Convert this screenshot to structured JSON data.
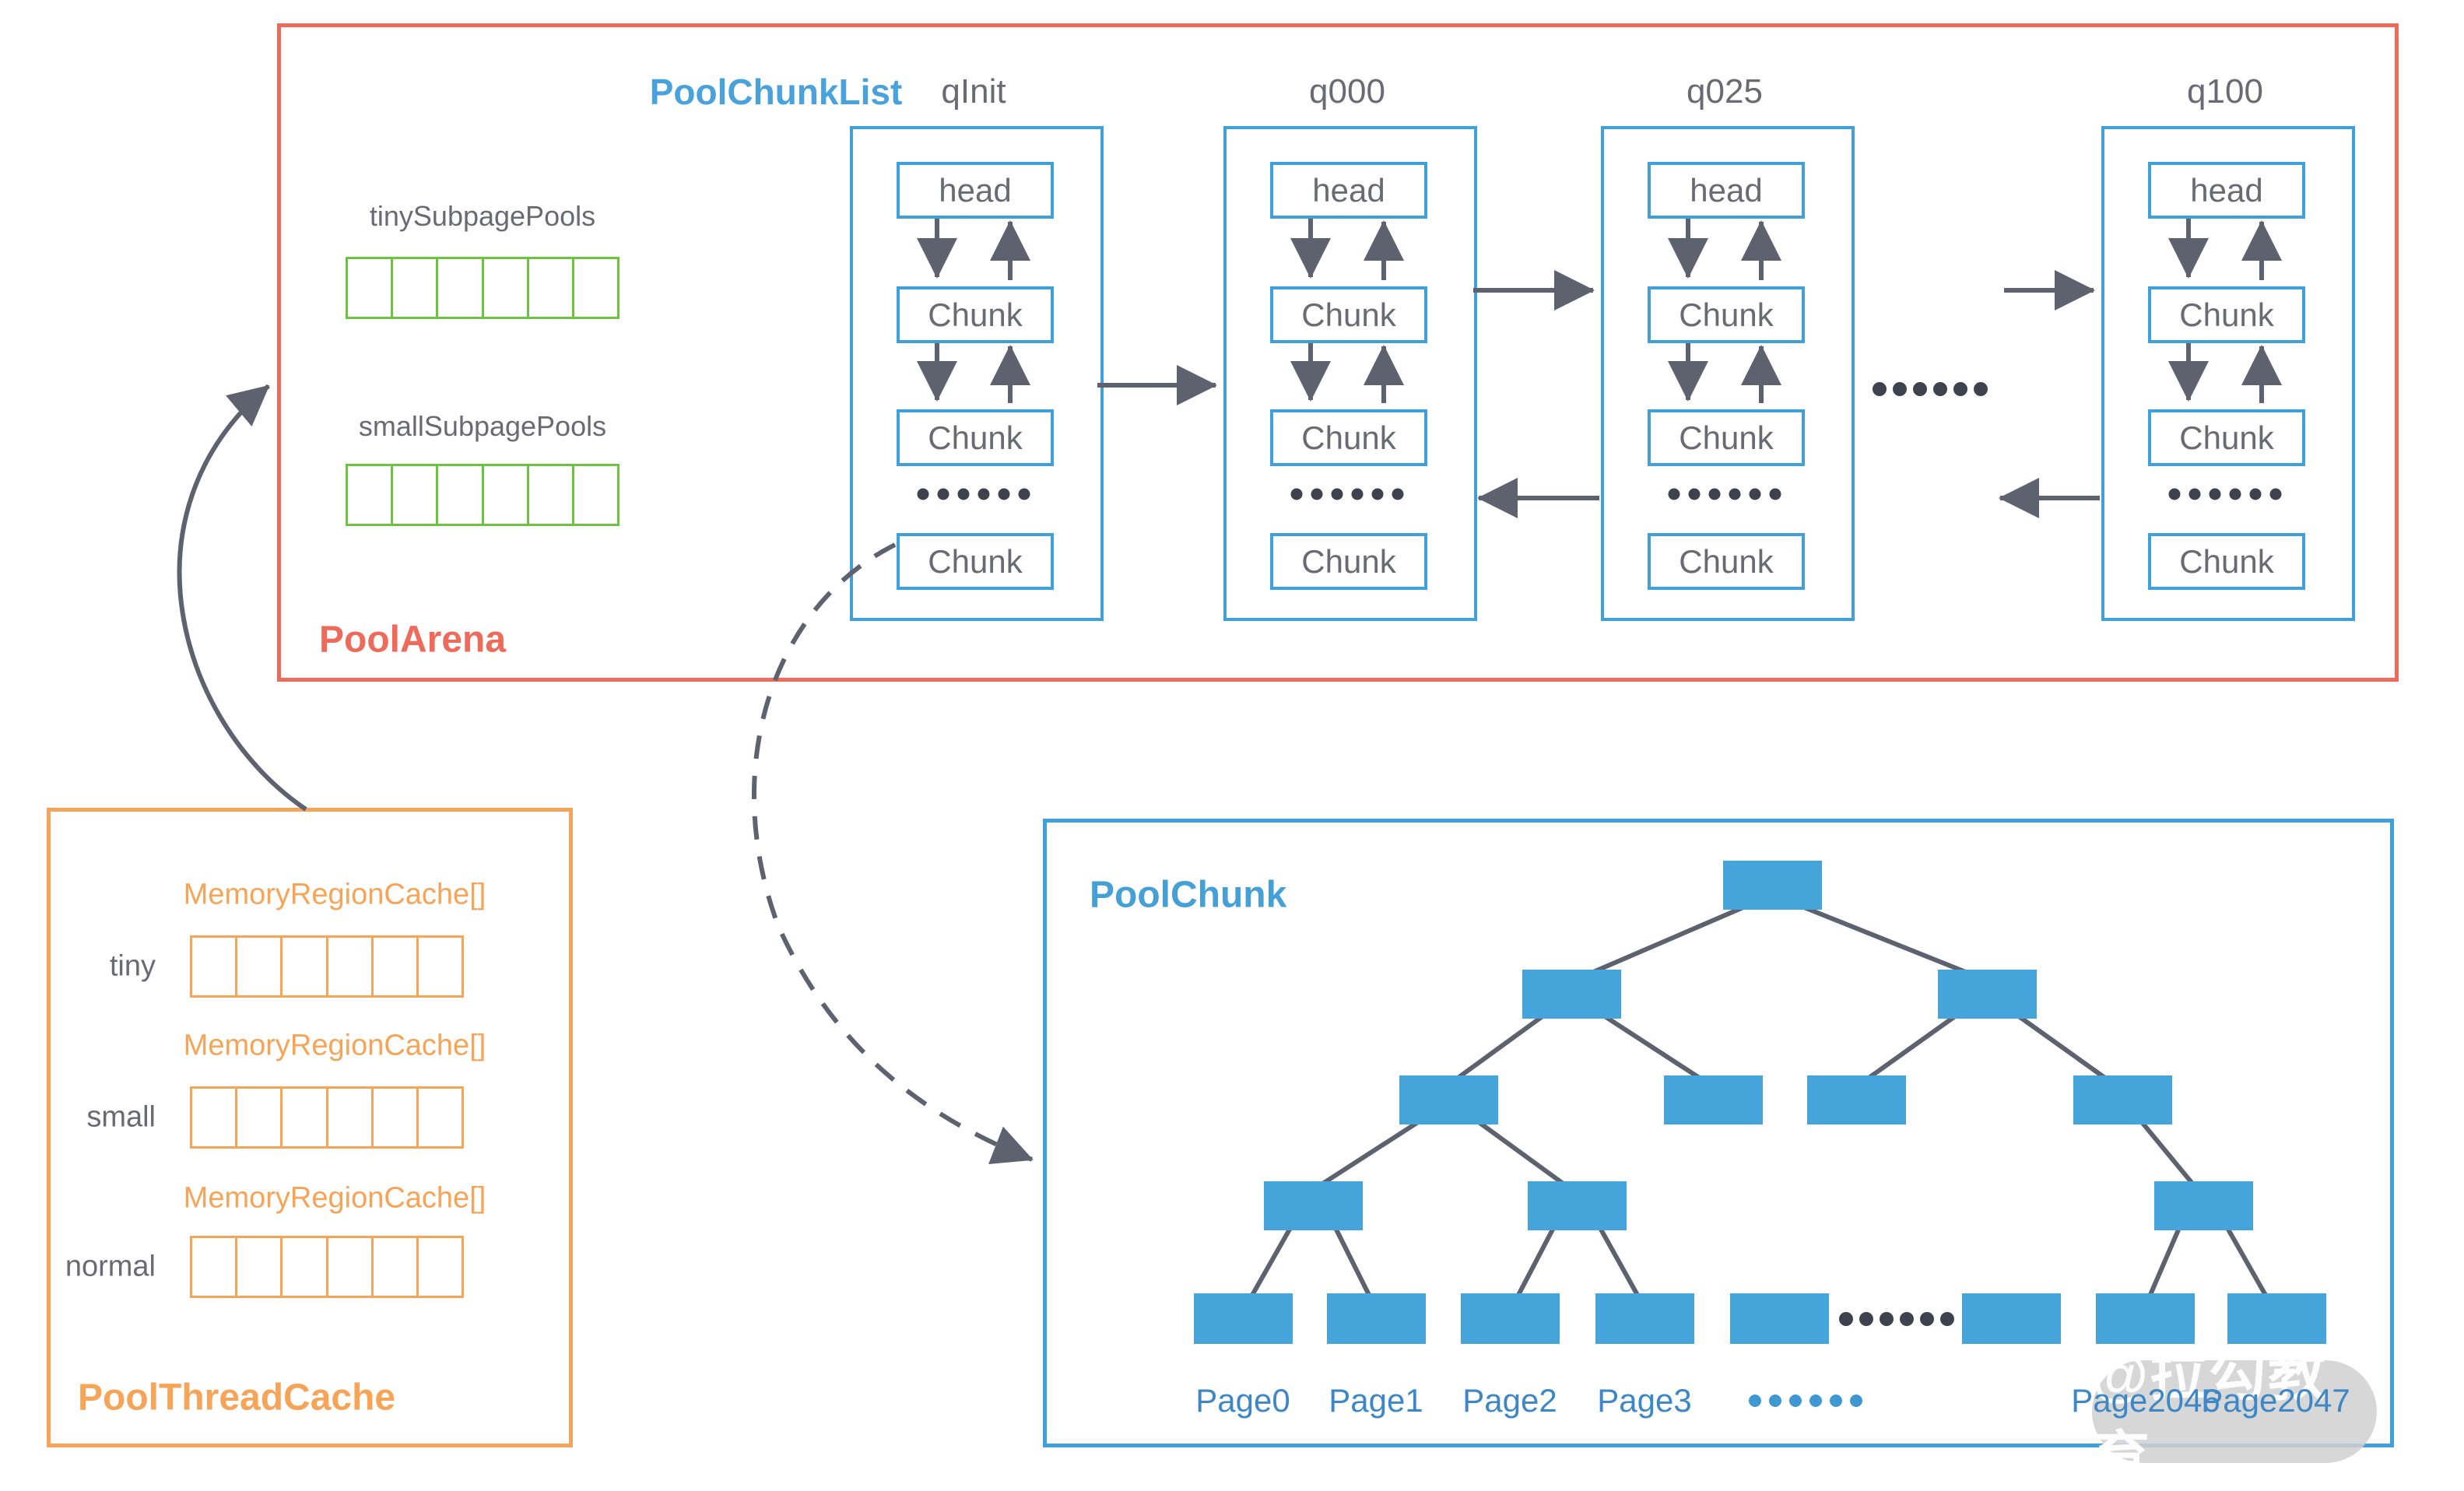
{
  "pool_arena": {
    "title": "PoolArena",
    "tiny_subpage_label": "tinySubpagePools",
    "small_subpage_label": "smallSubpagePools",
    "chunk_list_label": "PoolChunkList",
    "columns": [
      {
        "name": "qInit",
        "head_label": "head",
        "chunk_labels": [
          "Chunk",
          "Chunk",
          "Chunk"
        ]
      },
      {
        "name": "q000",
        "head_label": "head",
        "chunk_labels": [
          "Chunk",
          "Chunk",
          "Chunk"
        ]
      },
      {
        "name": "q025",
        "head_label": "head",
        "chunk_labels": [
          "Chunk",
          "Chunk",
          "Chunk"
        ]
      },
      {
        "name": "q100",
        "head_label": "head",
        "chunk_labels": [
          "Chunk",
          "Chunk",
          "Chunk"
        ]
      }
    ]
  },
  "pool_thread_cache": {
    "title": "PoolThreadCache",
    "rows": [
      {
        "label": "tiny",
        "array_label": "MemoryRegionCache[]"
      },
      {
        "label": "small",
        "array_label": "MemoryRegionCache[]"
      },
      {
        "label": "normal",
        "array_label": "MemoryRegionCache[]"
      }
    ]
  },
  "pool_chunk": {
    "title": "PoolChunk",
    "page_labels": [
      "Page0",
      "Page1",
      "Page2",
      "Page3",
      "Page2046",
      "Page2047"
    ]
  },
  "watermark": {
    "text": "@拉勾教育"
  },
  "colors": {
    "arena_red": "#ee6a5a",
    "cache_orange": "#f6a457",
    "pool_blue": "#3fa0db",
    "tree_node_blue": "#45a4d9",
    "subpage_green": "#6dc242",
    "arrow_gray": "#5e626f",
    "text_gray": "#6a6a72",
    "page_label_blue": "#3e87c6"
  }
}
